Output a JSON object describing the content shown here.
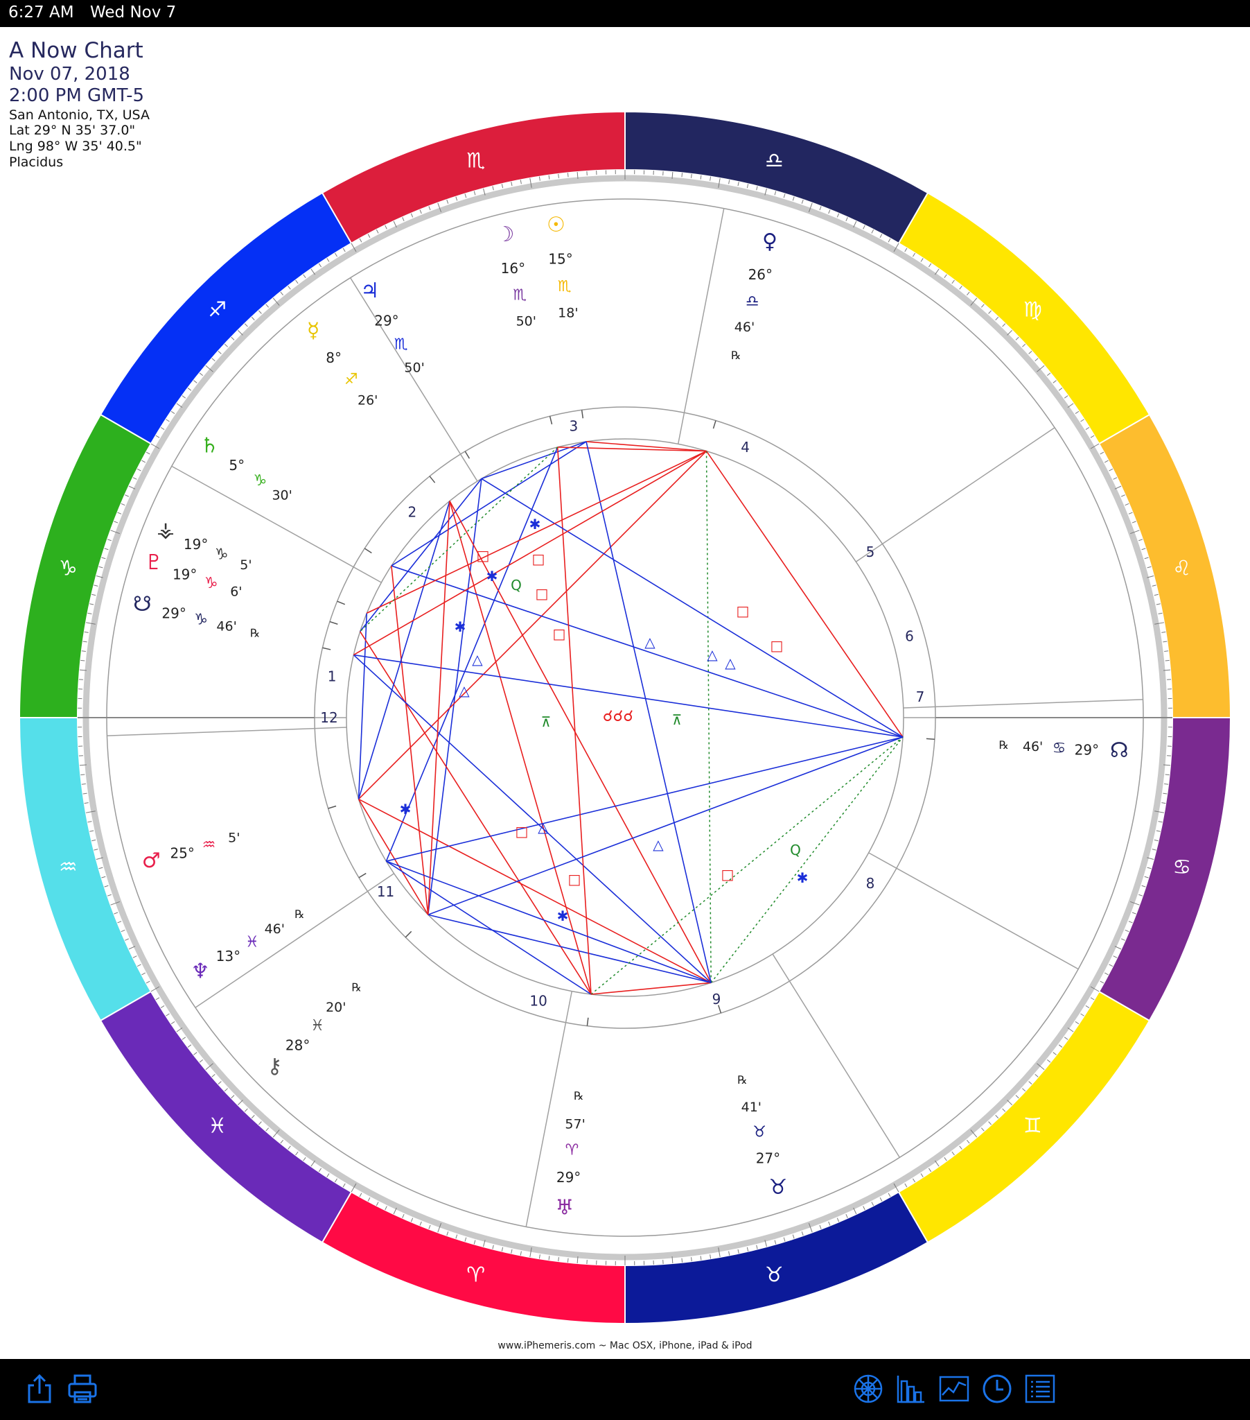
{
  "status_bar": {
    "time": "6:27 AM",
    "date": "Wed Nov 7"
  },
  "chart_info": {
    "title": "A Now Chart",
    "date": "Nov 07, 2018",
    "time": "2:00 PM GMT-5",
    "location": "San Antonio, TX, USA",
    "latitude": "Lat 29° N 35' 37.0\"",
    "longitude": "Lng 98° W 35' 40.5\"",
    "house_system": "Placidus"
  },
  "wheel": {
    "signs": [
      {
        "name": "Aries",
        "glyph": "♈",
        "color": "#ff0a45"
      },
      {
        "name": "Taurus",
        "glyph": "♉",
        "color": "#0c1a99"
      },
      {
        "name": "Gemini",
        "glyph": "♊",
        "color": "#ffe600"
      },
      {
        "name": "Cancer",
        "glyph": "♋",
        "color": "#7a2a90"
      },
      {
        "name": "Leo",
        "glyph": "♌",
        "color": "#fdbd2e"
      },
      {
        "name": "Virgo",
        "glyph": "♍",
        "color": "#ffe600"
      },
      {
        "name": "Libra",
        "glyph": "♎",
        "color": "#222660"
      },
      {
        "name": "Scorpio",
        "glyph": "♏",
        "color": "#dc1e3c"
      },
      {
        "name": "Sagittarius",
        "glyph": "♐",
        "color": "#0530f5"
      },
      {
        "name": "Capricorn",
        "glyph": "♑",
        "color": "#2db01e"
      },
      {
        "name": "Aquarius",
        "glyph": "♒",
        "color": "#55dfea"
      },
      {
        "name": "Pisces",
        "glyph": "♓",
        "color": "#6a2ab8"
      }
    ],
    "house_numbers": [
      "1",
      "2",
      "3",
      "4",
      "5",
      "6",
      "7",
      "8",
      "9",
      "10",
      "11",
      "12"
    ],
    "planets": [
      {
        "name": "sun",
        "glyph": "☉",
        "degree": "15°",
        "sign": "♏",
        "minutes": "18'",
        "retro": "",
        "color": "#f5b800"
      },
      {
        "name": "moon",
        "glyph": "☽",
        "degree": "16°",
        "sign": "♏",
        "minutes": "50'",
        "retro": "",
        "color": "#7a3aa0"
      },
      {
        "name": "jupiter",
        "glyph": "♃",
        "degree": "29°",
        "sign": "♏",
        "minutes": "50'",
        "retro": "",
        "color": "#1a2ed8"
      },
      {
        "name": "mercury",
        "glyph": "☿",
        "degree": "8°",
        "sign": "♐",
        "minutes": "26'",
        "retro": "",
        "color": "#e8c400"
      },
      {
        "name": "venus",
        "glyph": "♀",
        "degree": "26°",
        "sign": "♎",
        "minutes": "46'",
        "retro": "℞",
        "color": "#1a1f80"
      },
      {
        "name": "saturn",
        "glyph": "♄",
        "degree": "5°",
        "sign": "♑",
        "minutes": "30'",
        "retro": "",
        "color": "#38b020"
      },
      {
        "name": "vertex",
        "glyph": "⚶",
        "degree": "19°",
        "sign": "♑",
        "minutes": "5'",
        "retro": "",
        "color": "#333333"
      },
      {
        "name": "pluto",
        "glyph": "♇",
        "degree": "19°",
        "sign": "♑",
        "minutes": "6'",
        "retro": "",
        "color": "#e81e4a"
      },
      {
        "name": "south-node",
        "glyph": "☋",
        "degree": "29°",
        "sign": "♑",
        "minutes": "46'",
        "retro": "℞",
        "color": "#222660"
      },
      {
        "name": "mars",
        "glyph": "♂",
        "degree": "25°",
        "sign": "♒",
        "minutes": "5'",
        "retro": "",
        "color": "#e81e4a"
      },
      {
        "name": "neptune",
        "glyph": "♆",
        "degree": "13°",
        "sign": "♓",
        "minutes": "46'",
        "retro": "℞",
        "color": "#6a2ab8"
      },
      {
        "name": "chiron",
        "glyph": "⚷",
        "degree": "28°",
        "sign": "♓",
        "minutes": "20'",
        "retro": "℞",
        "color": "#555555"
      },
      {
        "name": "uranus",
        "glyph": "♅",
        "degree": "29°",
        "sign": "♈",
        "minutes": "57'",
        "retro": "℞",
        "color": "#8a2aa0"
      },
      {
        "name": "lilith",
        "glyph": "♉",
        "degree": "27°",
        "sign": "♉",
        "minutes": "41'",
        "retro": "℞",
        "color": "#1a1f80"
      },
      {
        "name": "north-node",
        "glyph": "☊",
        "degree": "29°",
        "sign": "♋",
        "minutes": "46'",
        "retro": "℞",
        "color": "#222660"
      }
    ],
    "center_glyph": "☌☌☌"
  },
  "colors": {
    "aspect_red": "#e81e1e",
    "aspect_blue": "#1a2ed8",
    "aspect_green": "#1f8a2a",
    "toolbar_icon": "#1a73e8"
  },
  "footer_credit": "www.iPhemeris.com ~ Mac OSX, iPhone, iPad & iPod",
  "toolbar": {
    "left": [
      "share-icon",
      "print-icon"
    ],
    "right": [
      "chart-wheel-icon",
      "bar-chart-icon",
      "line-chart-icon",
      "clock-icon",
      "list-icon"
    ]
  }
}
